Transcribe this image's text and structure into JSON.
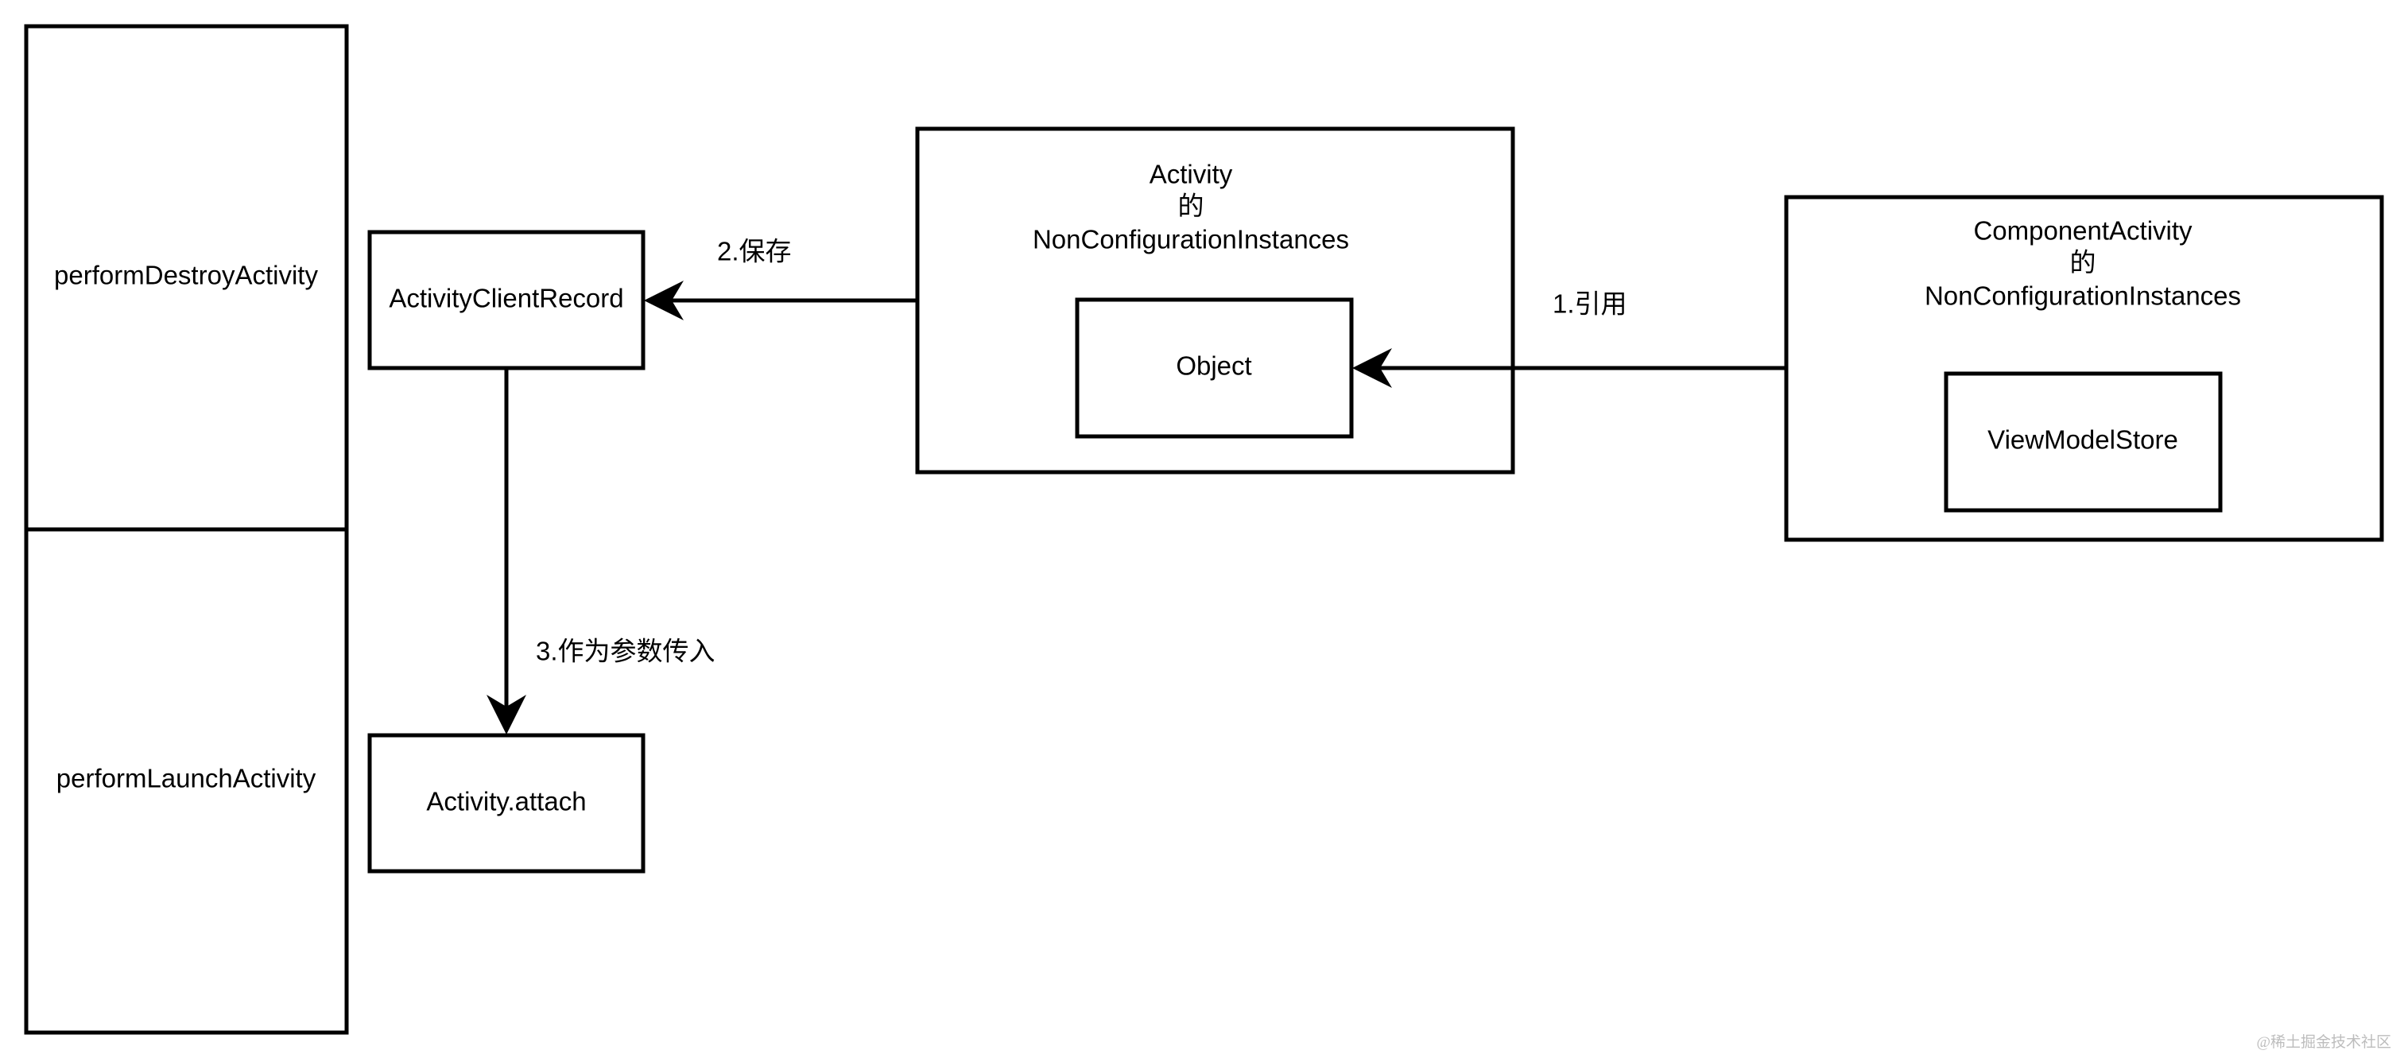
{
  "nodes": {
    "perform_destroy_activity": "performDestroyActivity",
    "perform_launch_activity": "performLaunchActivity",
    "activity_client_record": "ActivityClientRecord",
    "activity_attach": "Activity.attach",
    "activity_nci": {
      "line1": "Activity",
      "line2": "的",
      "line3": "NonConfigurationInstances"
    },
    "object": "Object",
    "component_activity_nci": {
      "line1": "ComponentActivity",
      "line2": "的",
      "line3": "NonConfigurationInstances"
    },
    "view_model_store": "ViewModelStore"
  },
  "edges": {
    "reference": "1.引用",
    "save": "2.保存",
    "pass_as_param": "3.作为参数传入"
  },
  "watermark": "@稀土掘金技术社区",
  "colors": {
    "stroke": "#000000",
    "background": "#ffffff",
    "watermark": "#bdbdbd"
  }
}
